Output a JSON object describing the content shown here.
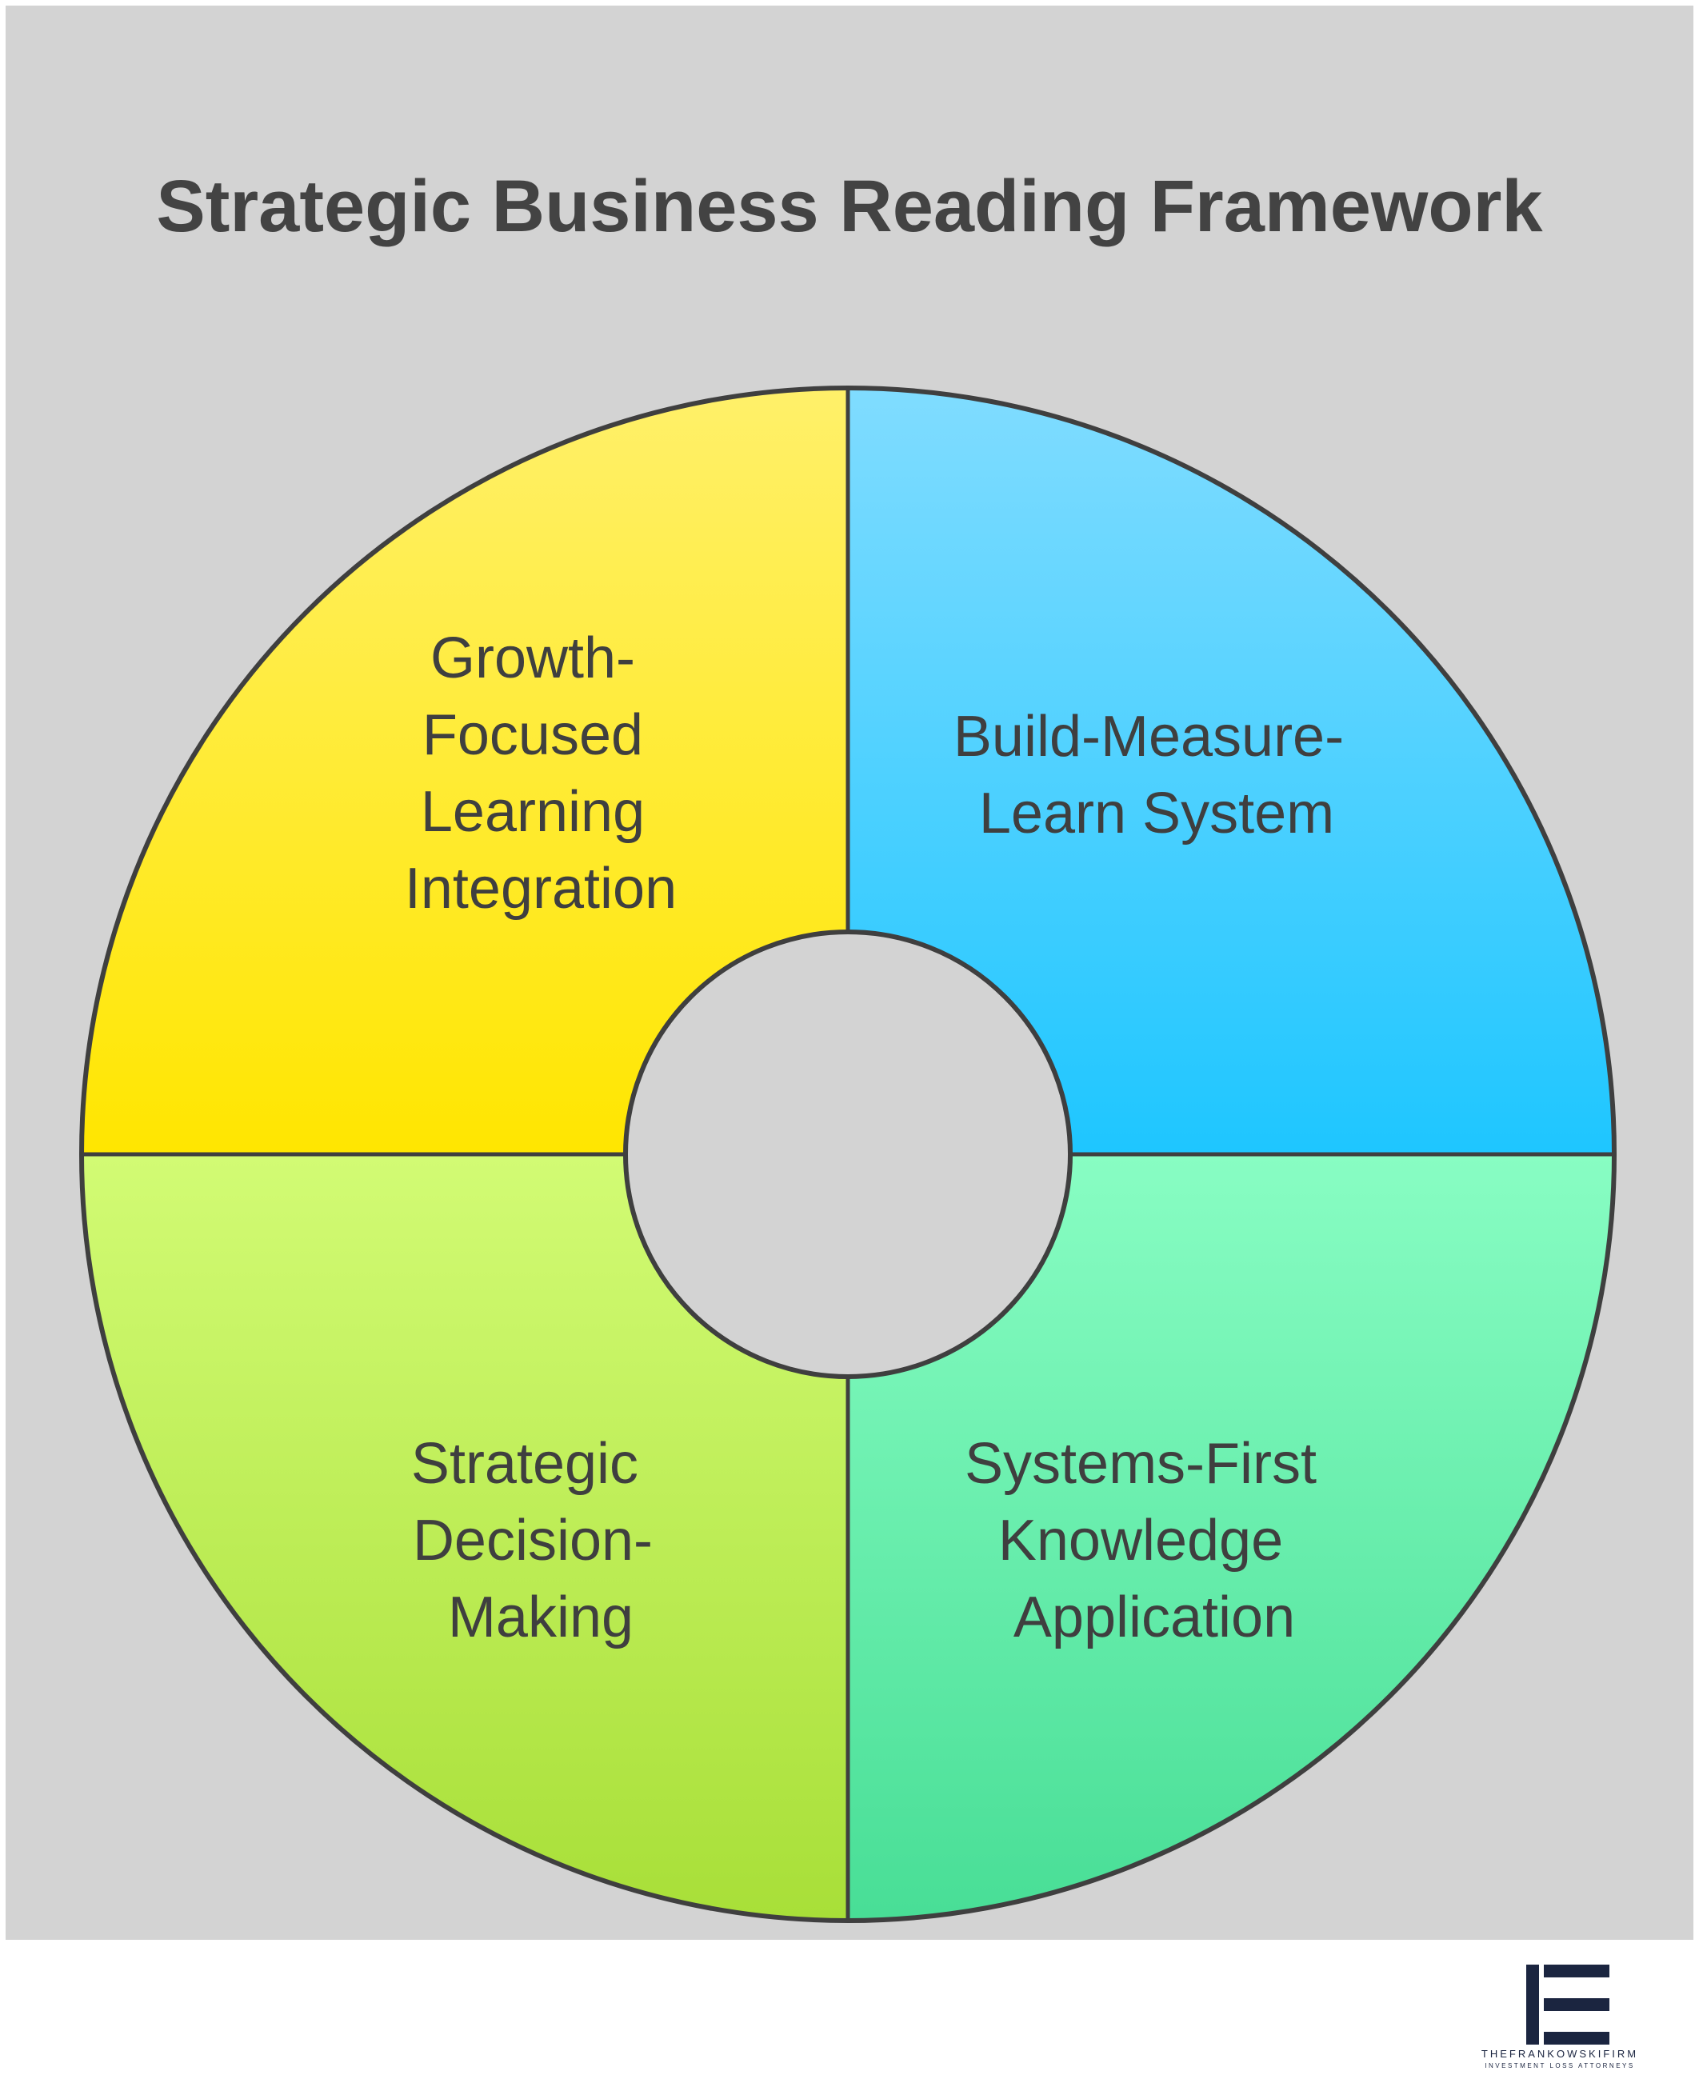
{
  "title": "Strategic Business Reading Framework",
  "quadrants": [
    {
      "id": "top-left",
      "lines": [
        "Growth-",
        "Focused",
        "Learning",
        "Integration"
      ],
      "color_top": "#fff06a",
      "color_bottom": "#ffe600"
    },
    {
      "id": "top-right",
      "lines": [
        "Build-Measure-",
        "Learn System"
      ],
      "color_top": "#80dcff",
      "color_bottom": "#1ec6ff"
    },
    {
      "id": "bottom-left",
      "lines": [
        "Strategic",
        "Decision-",
        "Making"
      ],
      "color_top": "#d2fb74",
      "color_bottom": "#a8df38"
    },
    {
      "id": "bottom-right",
      "lines": [
        "Systems-First",
        "Knowledge",
        "Application"
      ],
      "color_top": "#88fdc3",
      "color_bottom": "#48de96"
    }
  ],
  "colors": {
    "background": "#d3d3d3",
    "outline": "#3f3f3f",
    "title_text": "#434343",
    "logo": "#1b2540"
  },
  "logo": {
    "name": "THEFRANKOWSKIFIRM",
    "tagline": "INVESTMENT LOSS ATTORNEYS"
  }
}
